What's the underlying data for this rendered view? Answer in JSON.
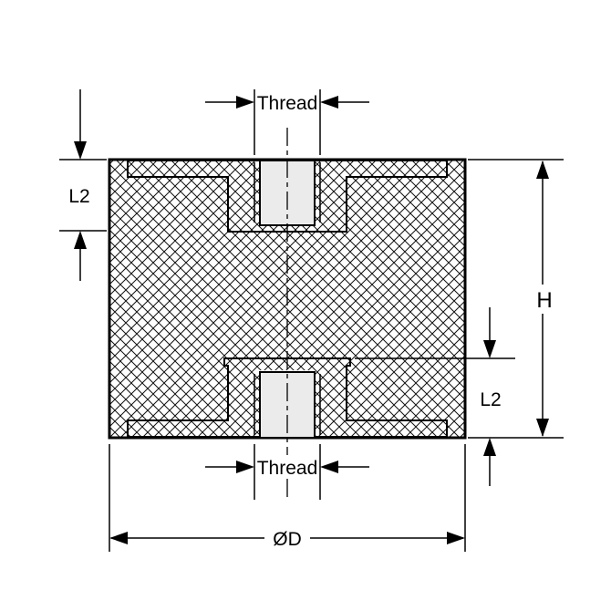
{
  "diagram": {
    "labels": {
      "thread_top": "Thread",
      "thread_bottom": "Thread",
      "l2_left": "L2",
      "l2_right": "L2",
      "height": "H",
      "diameter": "ØD"
    },
    "colors": {
      "line": "#000000",
      "insert_fill": "#d7d7d7",
      "bore_fill": "#ebebeb",
      "background": "#ffffff"
    }
  }
}
